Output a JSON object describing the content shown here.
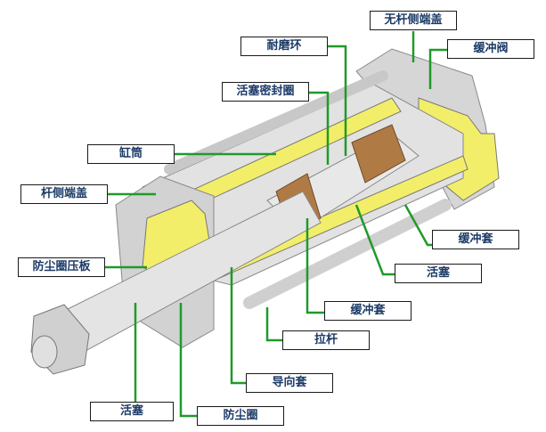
{
  "labels": {
    "rodless_end_cap": "无杆侧端盖",
    "cushion_valve": "缓冲阀",
    "wear_ring": "耐磨环",
    "piston_seal": "活塞密封圈",
    "cylinder_tube": "缸筒",
    "rod_end_cap": "杆侧端盖",
    "cushion_sleeve_right": "缓冲套",
    "dust_seal_plate": "防尘圈压板",
    "piston_right": "活塞",
    "cushion_sleeve_mid": "缓冲套",
    "tie_rod": "拉杆",
    "guide_sleeve": "导向套",
    "piston_bottom": "活塞",
    "dust_seal": "防尘圈"
  },
  "colors": {
    "leader": "#1f9a2a",
    "section": "#f2ee6a",
    "metal": "#d8d8d8",
    "bronze": "#b07a45"
  }
}
